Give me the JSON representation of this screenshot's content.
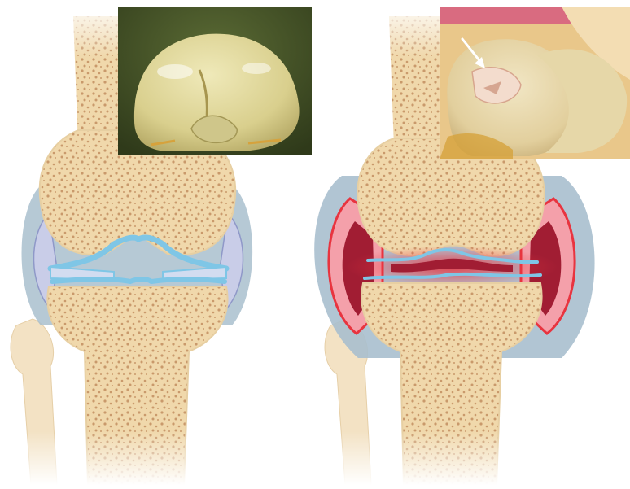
{
  "figure": {
    "panels": [
      {
        "id": "healthy",
        "condition_shown": "normal"
      },
      {
        "id": "arthritic",
        "condition_shown": "inflamed"
      }
    ],
    "colors": {
      "bone": "#f2dcb0",
      "bone_dots": "#c89a6c",
      "cartilage_blue": "#7fc6e6",
      "capsule_gray": "#a9bfce",
      "synovium_lavender": "#c9cde8",
      "inflammation_red": "#e8343f",
      "synovium_dark_red": "#a11d33"
    },
    "icons": [
      "white-arrow-icon"
    ]
  }
}
